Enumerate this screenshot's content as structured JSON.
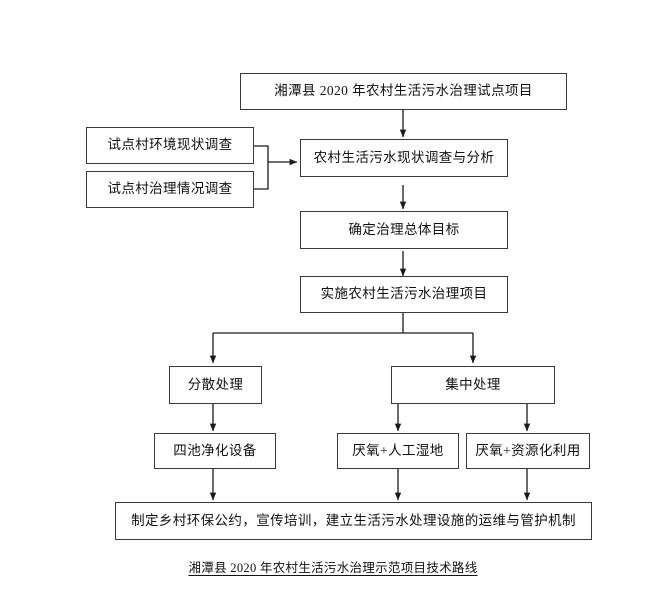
{
  "diagram": {
    "title": "湘潭县 2020 年农村生活污水治理示范项目技术路线",
    "caption": "湘潭县 2020 年农村生活污水治理示范项目技术路线",
    "line_color": "#3a3a3a",
    "box_fill": "#ffffff",
    "text_color": "#111111",
    "background": "#ffffff",
    "nodes": {
      "project_title": "湘潭县 2020 年农村生活污水治理试点项目",
      "survey_environment": "试点村环境现状调查",
      "survey_treatment": "试点村治理情况调查",
      "status_analysis": "农村生活污水现状调查与分析",
      "overall_goal": "确定治理总体目标",
      "implement_project": "实施农村生活污水治理项目",
      "decentralized": "分散处理",
      "centralized": "集中处理",
      "four_pond": "四池净化设备",
      "anaerobic_wetland": "厌氧+人工湿地",
      "anaerobic_resource": "厌氧+资源化利用",
      "management": "制定乡村环保公约，宣传培训，建立生活污水处理设施的运维与管护机制"
    }
  }
}
